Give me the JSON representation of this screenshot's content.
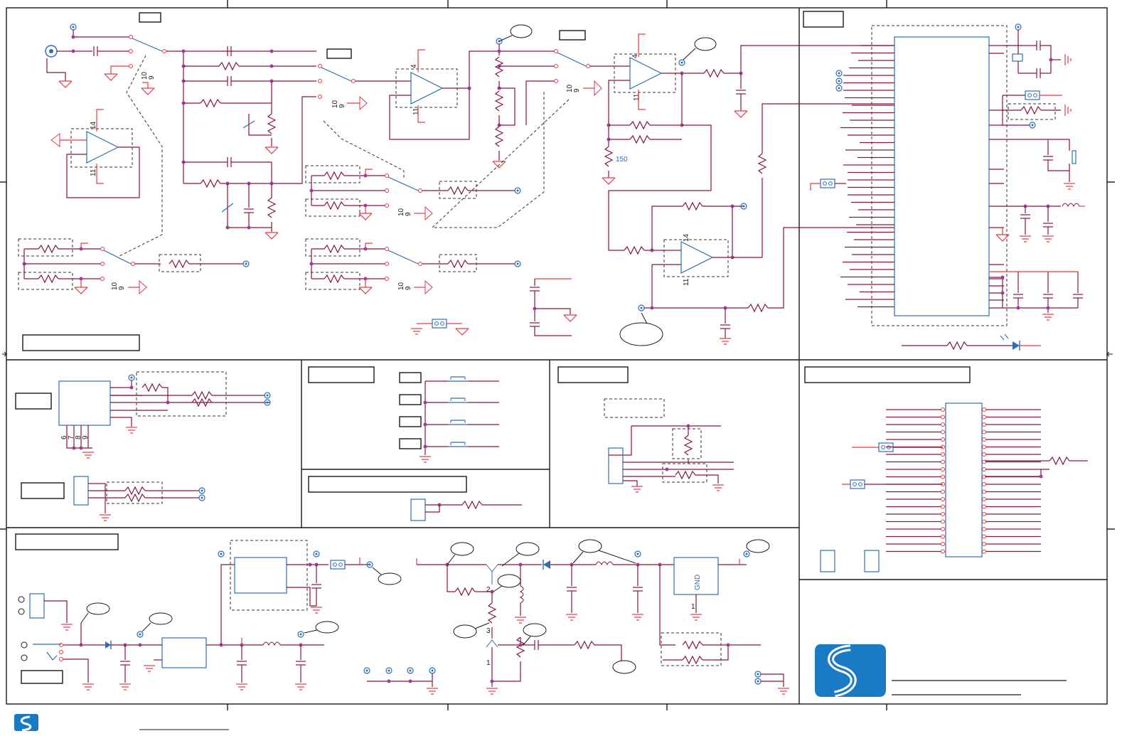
{
  "labels": {
    "resistor_150": "150",
    "pin_10": "10",
    "pin_9": "9",
    "pin_14": "14",
    "pin_11": "11",
    "pin_4": "4",
    "pin_6": "6",
    "pin_7": "7",
    "pin_8": "8",
    "pin_1": "1",
    "pin_2": "2",
    "pin_3": "3",
    "gnd_text": "GND"
  },
  "colors": {
    "wire": "#8a1538",
    "power": "#e63946",
    "component": "#2e6db4",
    "junction": "#a03a9e",
    "logo": "#1a7bc4"
  },
  "icons": {
    "logo": "s-wave-logo",
    "op_amp": "triangle-amplifier-icon",
    "ground": "ground-icon",
    "resistor": "zigzag-resistor-icon",
    "switch": "rotary-switch-icon",
    "led": "led-icon"
  }
}
